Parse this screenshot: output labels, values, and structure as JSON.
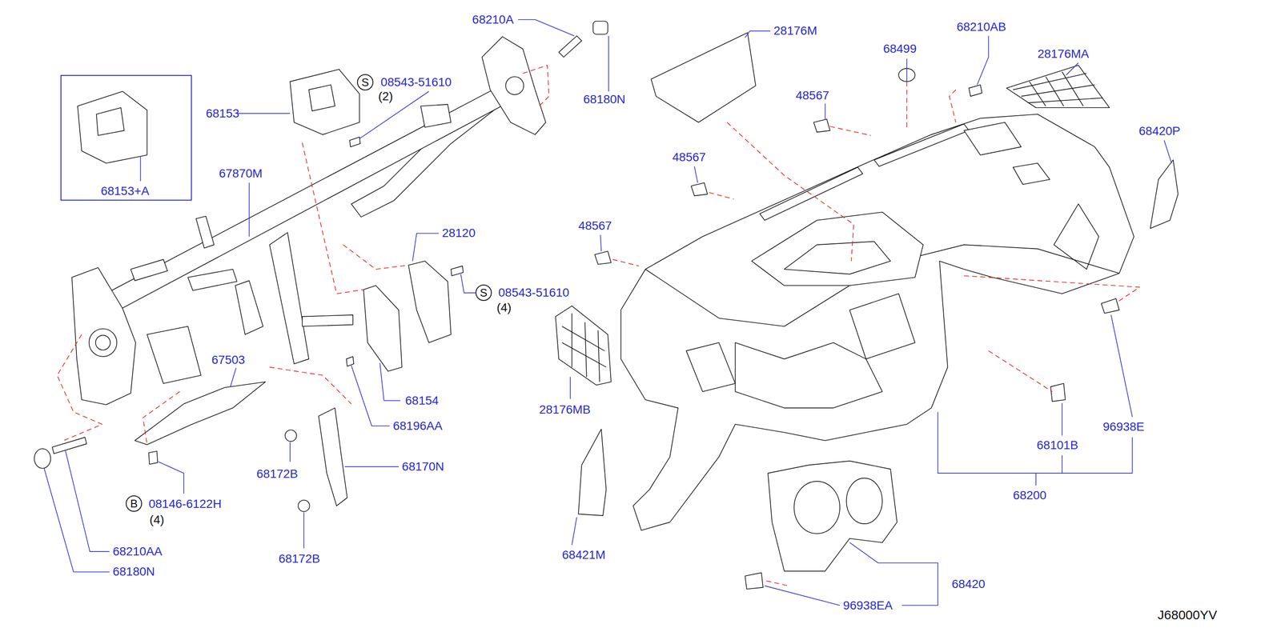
{
  "diagram": {
    "nodes": [
      {
        "text": [
          "68153+A"
        ]
      },
      {
        "text": [
          "S"
        ]
      },
      {
        "text": [
          "S"
        ]
      },
      {
        "text": [
          "B"
        ]
      }
    ],
    "labels": [
      "68210A",
      "68180N",
      "08543-51610",
      "(2)",
      "68153",
      "67870M",
      "28120",
      "08543-51610",
      "(4)",
      "67503",
      "68154",
      "68196AA",
      "68170N",
      "68172B",
      "08146-6122H",
      "(4)",
      "68210AA",
      "68172B",
      "68180N",
      "28176M",
      "68210AB",
      "68499",
      "28176MA",
      "48567",
      "68420P",
      "48567",
      "48567",
      "28176MB",
      "96938E",
      "68101B",
      "68200",
      "68421M",
      "68420",
      "96938EA",
      "J68000YV"
    ]
  }
}
